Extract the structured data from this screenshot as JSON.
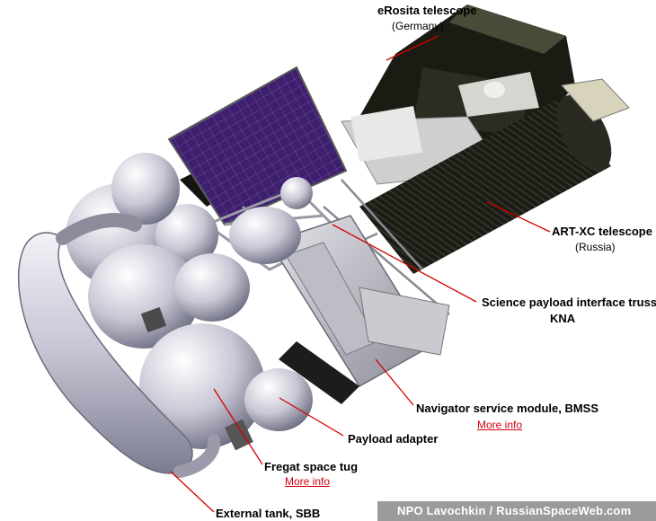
{
  "labels": {
    "erosita": {
      "title": "eRosita telescope",
      "sub": "(Germany)"
    },
    "artxc": {
      "title": "ART-XC telescope",
      "sub": "(Russia)"
    },
    "truss": {
      "title": "Science payload interface truss",
      "sub": "KNA"
    },
    "navigator": {
      "title": "Navigator service module, BMSS",
      "link": "More info"
    },
    "adapter": {
      "title": "Payload adapter"
    },
    "fregat": {
      "title": "Fregat space tug",
      "link": "More info"
    },
    "tank": {
      "title": "External tank, SBB"
    }
  },
  "credit": "NPO Lavochkin / RussianSpaceWeb.com",
  "colors": {
    "leader_line": "#d40000",
    "link": "#d4000f",
    "solar_panel": "#3d1f6e",
    "tank_body": "#c8c8d8",
    "telescope_dark": "#1a1a14"
  }
}
